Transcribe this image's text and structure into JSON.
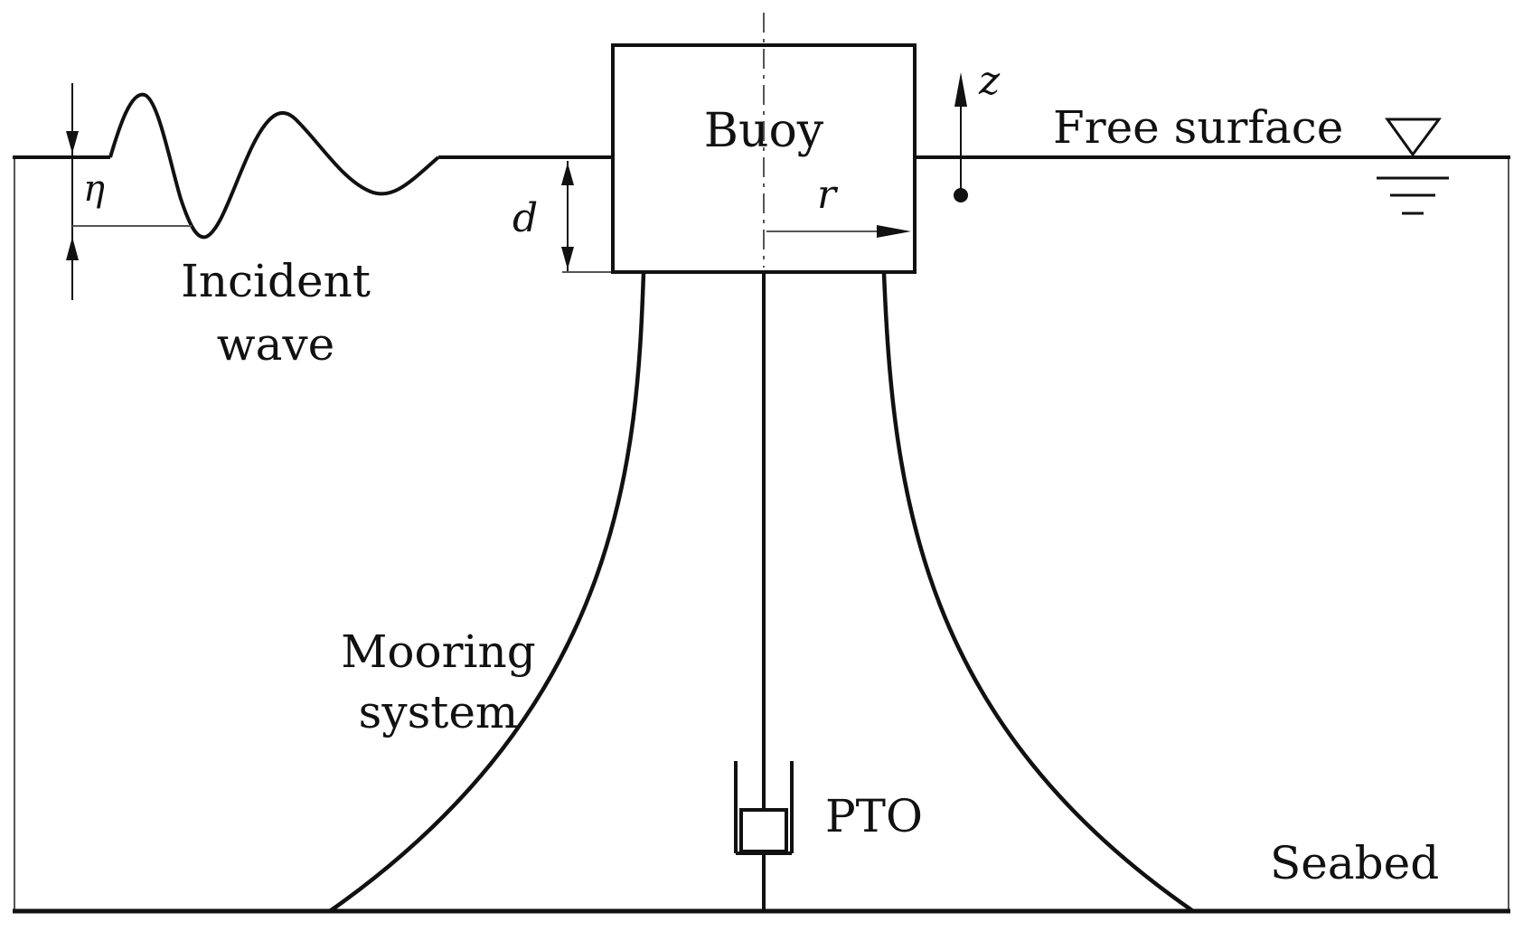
{
  "labels": {
    "buoy": "Buoy",
    "free_surface": "Free surface",
    "incident_wave_line1": "Incident",
    "incident_wave_line2": "wave",
    "mooring_line1": "Mooring",
    "mooring_line2": "system",
    "pto": "PTO",
    "seabed": "Seabed"
  },
  "symbols": {
    "eta": "η",
    "d": "d",
    "r": "r",
    "z": "z"
  },
  "colors": {
    "stroke": "#111111",
    "thin_stroke": "#555555",
    "background": "#ffffff"
  }
}
